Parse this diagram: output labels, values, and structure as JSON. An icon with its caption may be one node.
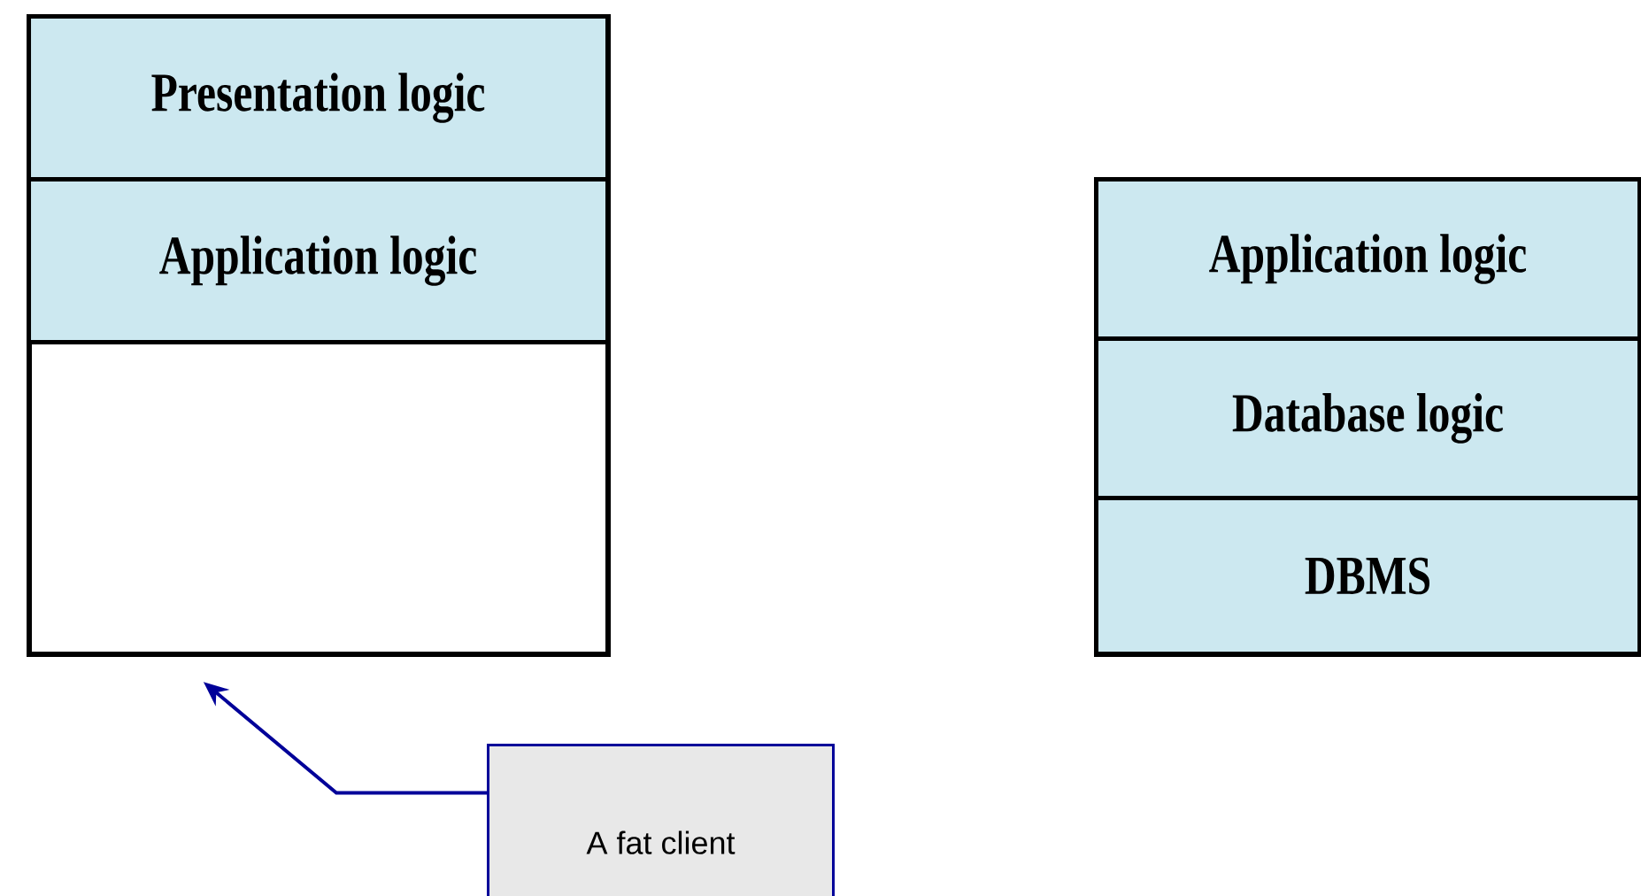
{
  "diagram": {
    "nodes": [
      {
        "text": [],
        "shape": "box"
      },
      {
        "text": [
          "Presentation logic"
        ],
        "in": 0
      },
      {
        "text": [
          "Application logic"
        ],
        "in": 0
      },
      {
        "text": [],
        "shape": "box"
      },
      {
        "text": [
          "Application logic"
        ],
        "in": 3
      },
      {
        "text": [
          "Database logic"
        ],
        "in": 3
      },
      {
        "text": [
          "DBMS"
        ],
        "in": 3
      },
      {
        "text": [
          "A fat client"
        ]
      }
    ],
    "edges": [
      {
        "from": 7,
        "to": 0,
        "arrow": "to",
        "color": "#000099"
      }
    ]
  }
}
